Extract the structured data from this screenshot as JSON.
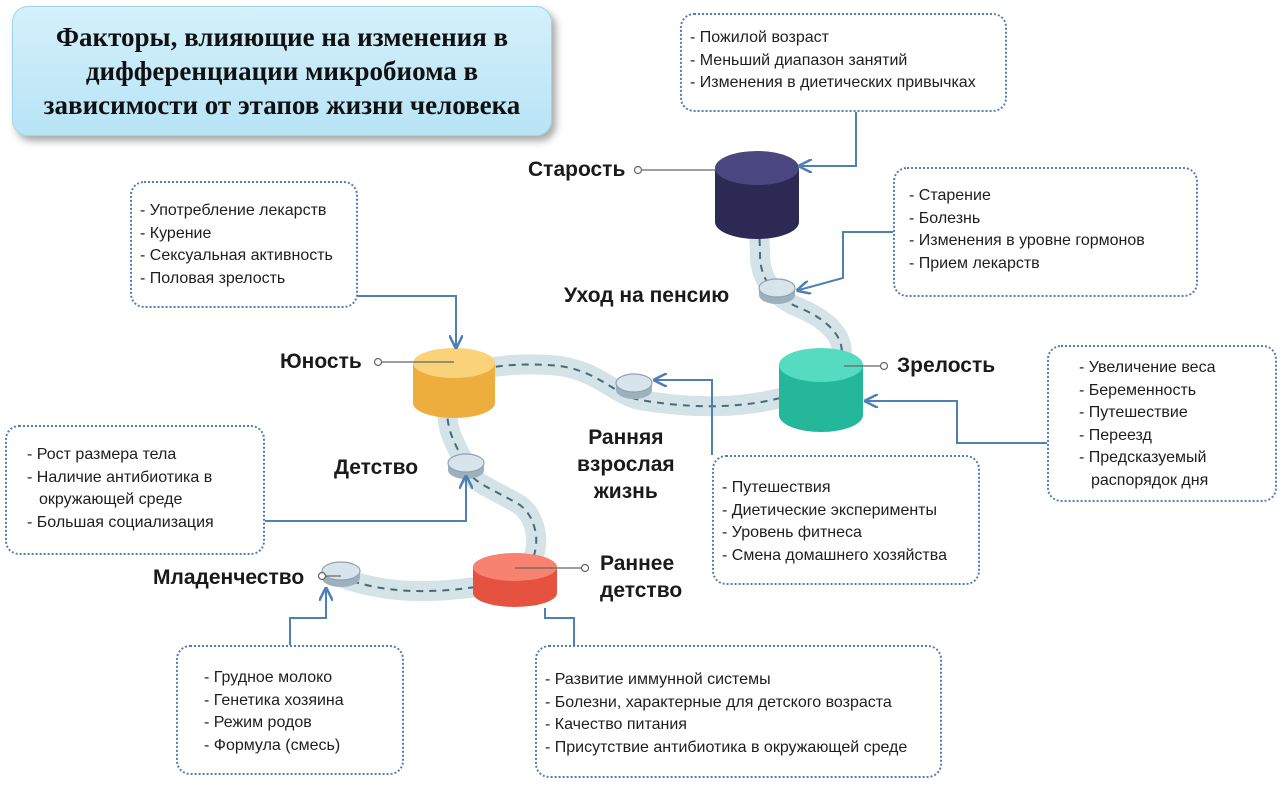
{
  "title": "Факторы, влияющие на изменения в\nдифференциации микробиома в\nзависимости от этапов жизни человека",
  "stages": {
    "old_age": "Старость",
    "retirement": "Уход на пенсию",
    "maturity": "Зрелость",
    "youth": "Юность",
    "early_adulthood": "Ранняя\nвзрослая\nжизнь",
    "childhood": "Детство",
    "infancy": "Младенчество",
    "early_childhood": "Раннее\nдетство"
  },
  "factors": {
    "old_age": [
      "Пожилой возраст",
      "Меньший диапазон занятий",
      "Изменения в диетических привычках"
    ],
    "retirement": [
      "Старение",
      "Болезнь",
      "Изменения в уровне гормонов",
      "Прием лекарств"
    ],
    "youth": [
      "Употребление лекарств",
      "Курение",
      "Сексуальная активность",
      "Половая зрелость"
    ],
    "maturity": [
      "Увеличение веса",
      "Беременность",
      "Путешествие",
      "Переезд",
      "Предсказуемый распорядок дня"
    ],
    "childhood": [
      "Рост размера тела",
      "Наличие антибиотика в окружающей среде",
      "Большая социализация"
    ],
    "early_adulthood": [
      "Путешествия",
      "Диетические эксперименты",
      "Уровень фитнеса",
      "Смена домашнего хозяйства"
    ],
    "infancy": [
      "Грудное молоко",
      "Генетика хозяина",
      "Режим родов",
      "Формула (смесь)"
    ],
    "early_childhood": [
      "Развитие иммунной системы",
      "Болезни, характерные для детского возраста",
      "Качество питания",
      "Присутствие антибиотика в окружающей среде"
    ]
  },
  "colors": {
    "path": "#d3e3e8",
    "path_dash": "#4a6a78",
    "arrow": "#4f7fb3",
    "old_age": "#3b3869",
    "maturity": "#3fd1b4",
    "youth": "#f6c460",
    "early_childhood": "#f37060",
    "small_disk": "#cfdbe3"
  }
}
